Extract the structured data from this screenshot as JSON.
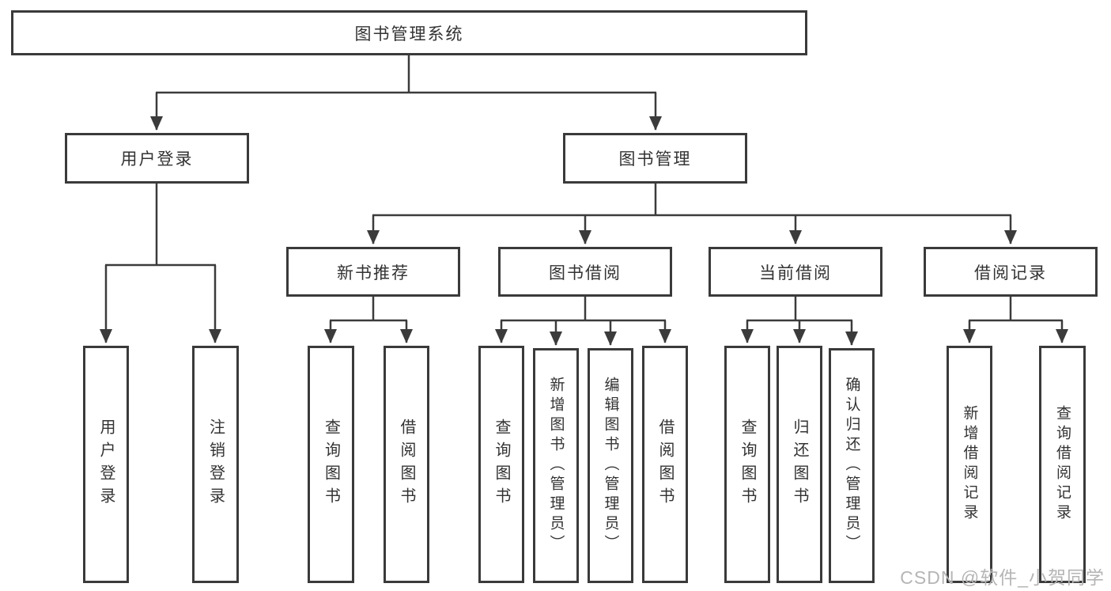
{
  "diagram_title": "图书管理系统",
  "watermark": "CSDN @软件_小贺同学",
  "colors": {
    "line": "#3b3b3b",
    "box_border": "#3a3a3a",
    "text": "#333333",
    "watermark": "#b5b5b5",
    "background": "#ffffff"
  },
  "tree": {
    "root": {
      "label": "图书管理系统"
    },
    "branches": [
      {
        "label": "用户登录",
        "children": [
          {
            "label": "用户登录"
          },
          {
            "label": "注销登录"
          }
        ]
      },
      {
        "label": "图书管理",
        "children": [
          {
            "label": "新书推荐",
            "children": [
              {
                "label": "查询图书"
              },
              {
                "label": "借阅图书"
              }
            ]
          },
          {
            "label": "图书借阅",
            "children": [
              {
                "label": "查询图书"
              },
              {
                "label": "新增图书（管理员）"
              },
              {
                "label": "编辑图书（管理员）"
              },
              {
                "label": "借阅图书"
              }
            ]
          },
          {
            "label": "当前借阅",
            "children": [
              {
                "label": "查询图书"
              },
              {
                "label": "归还图书"
              },
              {
                "label": "确认归还（管理员）"
              }
            ]
          },
          {
            "label": "借阅记录",
            "children": [
              {
                "label": "新增借阅记录"
              },
              {
                "label": "查询借阅记录"
              }
            ]
          }
        ]
      }
    ]
  }
}
